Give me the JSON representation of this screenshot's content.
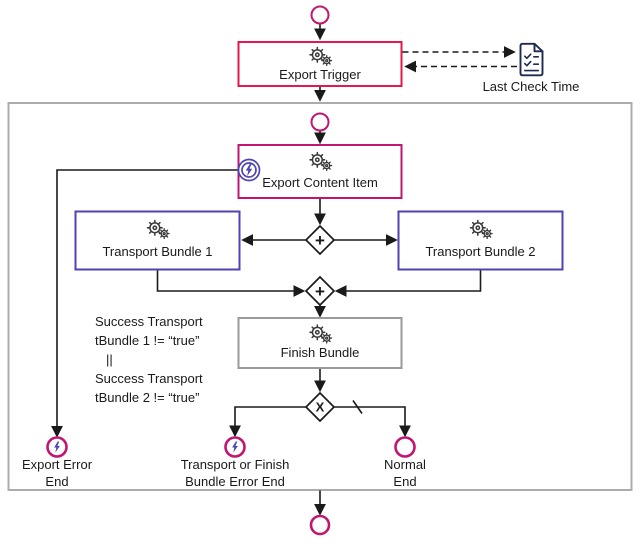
{
  "colors": {
    "red": "#E8174B",
    "magenta": "#C01570",
    "purple": "#4D43B4",
    "gray_box": "#9A9A9A",
    "gray_container": "#ACACAC",
    "line": "#1A1A1A",
    "text": "#1A1A1A",
    "icon": "#3A3A3A",
    "document": "#1E2B4F"
  },
  "diagram": {
    "tasks": {
      "export_trigger": "Export Trigger",
      "export_content_item": "Export Content Item",
      "transport_bundle_1": "Transport Bundle 1",
      "transport_bundle_2": "Transport Bundle 2",
      "finish_bundle": "Finish Bundle"
    },
    "gateways": {
      "parallel": "+",
      "exclusive": "X"
    },
    "events": {
      "export_error_end": [
        "Export Error",
        "End"
      ],
      "transport_error_end": [
        "Transport or Finish",
        "Bundle Error End"
      ],
      "normal_end": [
        "Normal",
        "End"
      ]
    },
    "annotation": {
      "last_check_time": "Last Check Time",
      "condition": [
        "Success Transport",
        "tBundle 1 != “true”",
        "||",
        "Success Transport",
        "tBundle 2 != “true”"
      ]
    },
    "icons": {
      "task": "gears-icon",
      "error": "lightning-bolt-icon",
      "document": "checklist-document-icon"
    }
  }
}
